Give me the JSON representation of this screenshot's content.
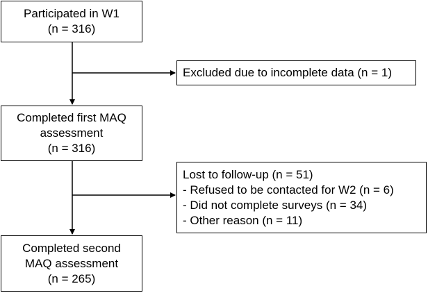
{
  "boxes": {
    "participated": {
      "lines": [
        "Participated in W1",
        "(n = 316)"
      ]
    },
    "excluded": {
      "lines": [
        "Excluded due to incomplete data (n = 1)"
      ]
    },
    "first_maq": {
      "lines": [
        "Completed first MAQ",
        "assessment",
        "(n = 316)"
      ]
    },
    "lost_followup": {
      "lines": [
        "Lost to follow-up (n = 51)",
        "- Refused to be contacted for W2 (n =  6)",
        "- Did not complete surveys (n = 34)",
        "- Other reason (n = 11)"
      ]
    },
    "second_maq": {
      "lines": [
        "Completed second",
        "MAQ assessment",
        "(n = 265)"
      ]
    }
  },
  "colors": {
    "stroke": "#000000",
    "background": "#ffffff"
  }
}
